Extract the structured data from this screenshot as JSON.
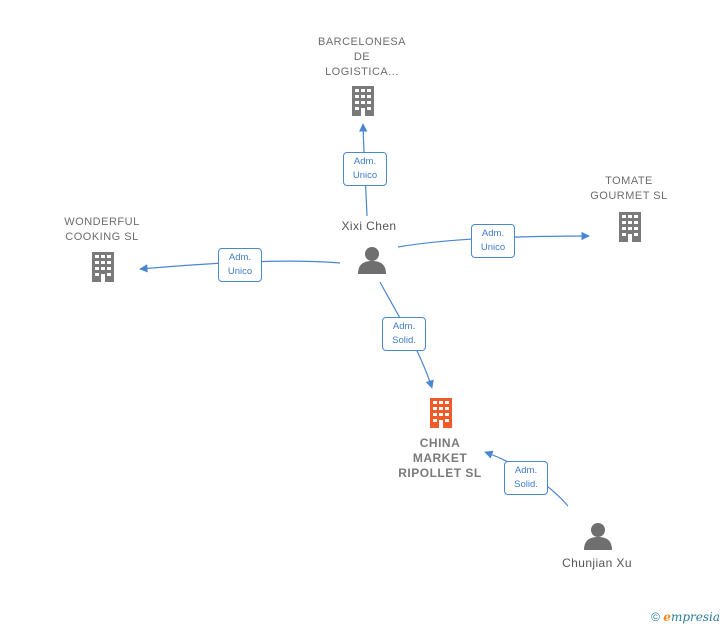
{
  "nodes": {
    "barcelonesa": {
      "lines": [
        "BARCELONESA",
        "DE",
        "LOGISTICA..."
      ],
      "type": "company",
      "color": "#7a7a7a"
    },
    "tomate": {
      "lines": [
        "TOMATE",
        "GOURMET  SL"
      ],
      "type": "company",
      "color": "#7a7a7a"
    },
    "wonderful": {
      "lines": [
        "WONDERFUL",
        "COOKING  SL"
      ],
      "type": "company",
      "color": "#7a7a7a"
    },
    "china": {
      "lines": [
        "CHINA",
        "MARKET",
        "RIPOLLET  SL"
      ],
      "type": "company",
      "color": "#f05a28"
    },
    "xixi": {
      "name": "Xixi Chen",
      "type": "person",
      "color": "#6f6f6f"
    },
    "chunjian": {
      "name": "Chunjian Xu",
      "type": "person",
      "color": "#6f6f6f"
    }
  },
  "edges": {
    "xixi_barcelonesa": {
      "line1": "Adm.",
      "line2": "Unico"
    },
    "xixi_tomate": {
      "line1": "Adm.",
      "line2": "Unico"
    },
    "xixi_wonderful": {
      "line1": "Adm.",
      "line2": "Unico"
    },
    "xixi_china": {
      "line1": "Adm.",
      "line2": "Solid."
    },
    "chunjian_china": {
      "line1": "Adm.",
      "line2": "Solid."
    }
  },
  "colors": {
    "edge": "#4a86d2",
    "company": "#7a7a7a",
    "highlight": "#f05a28"
  },
  "footer": {
    "symbol": "©",
    "brand_e": "e",
    "brand_rest": "mpresia"
  }
}
